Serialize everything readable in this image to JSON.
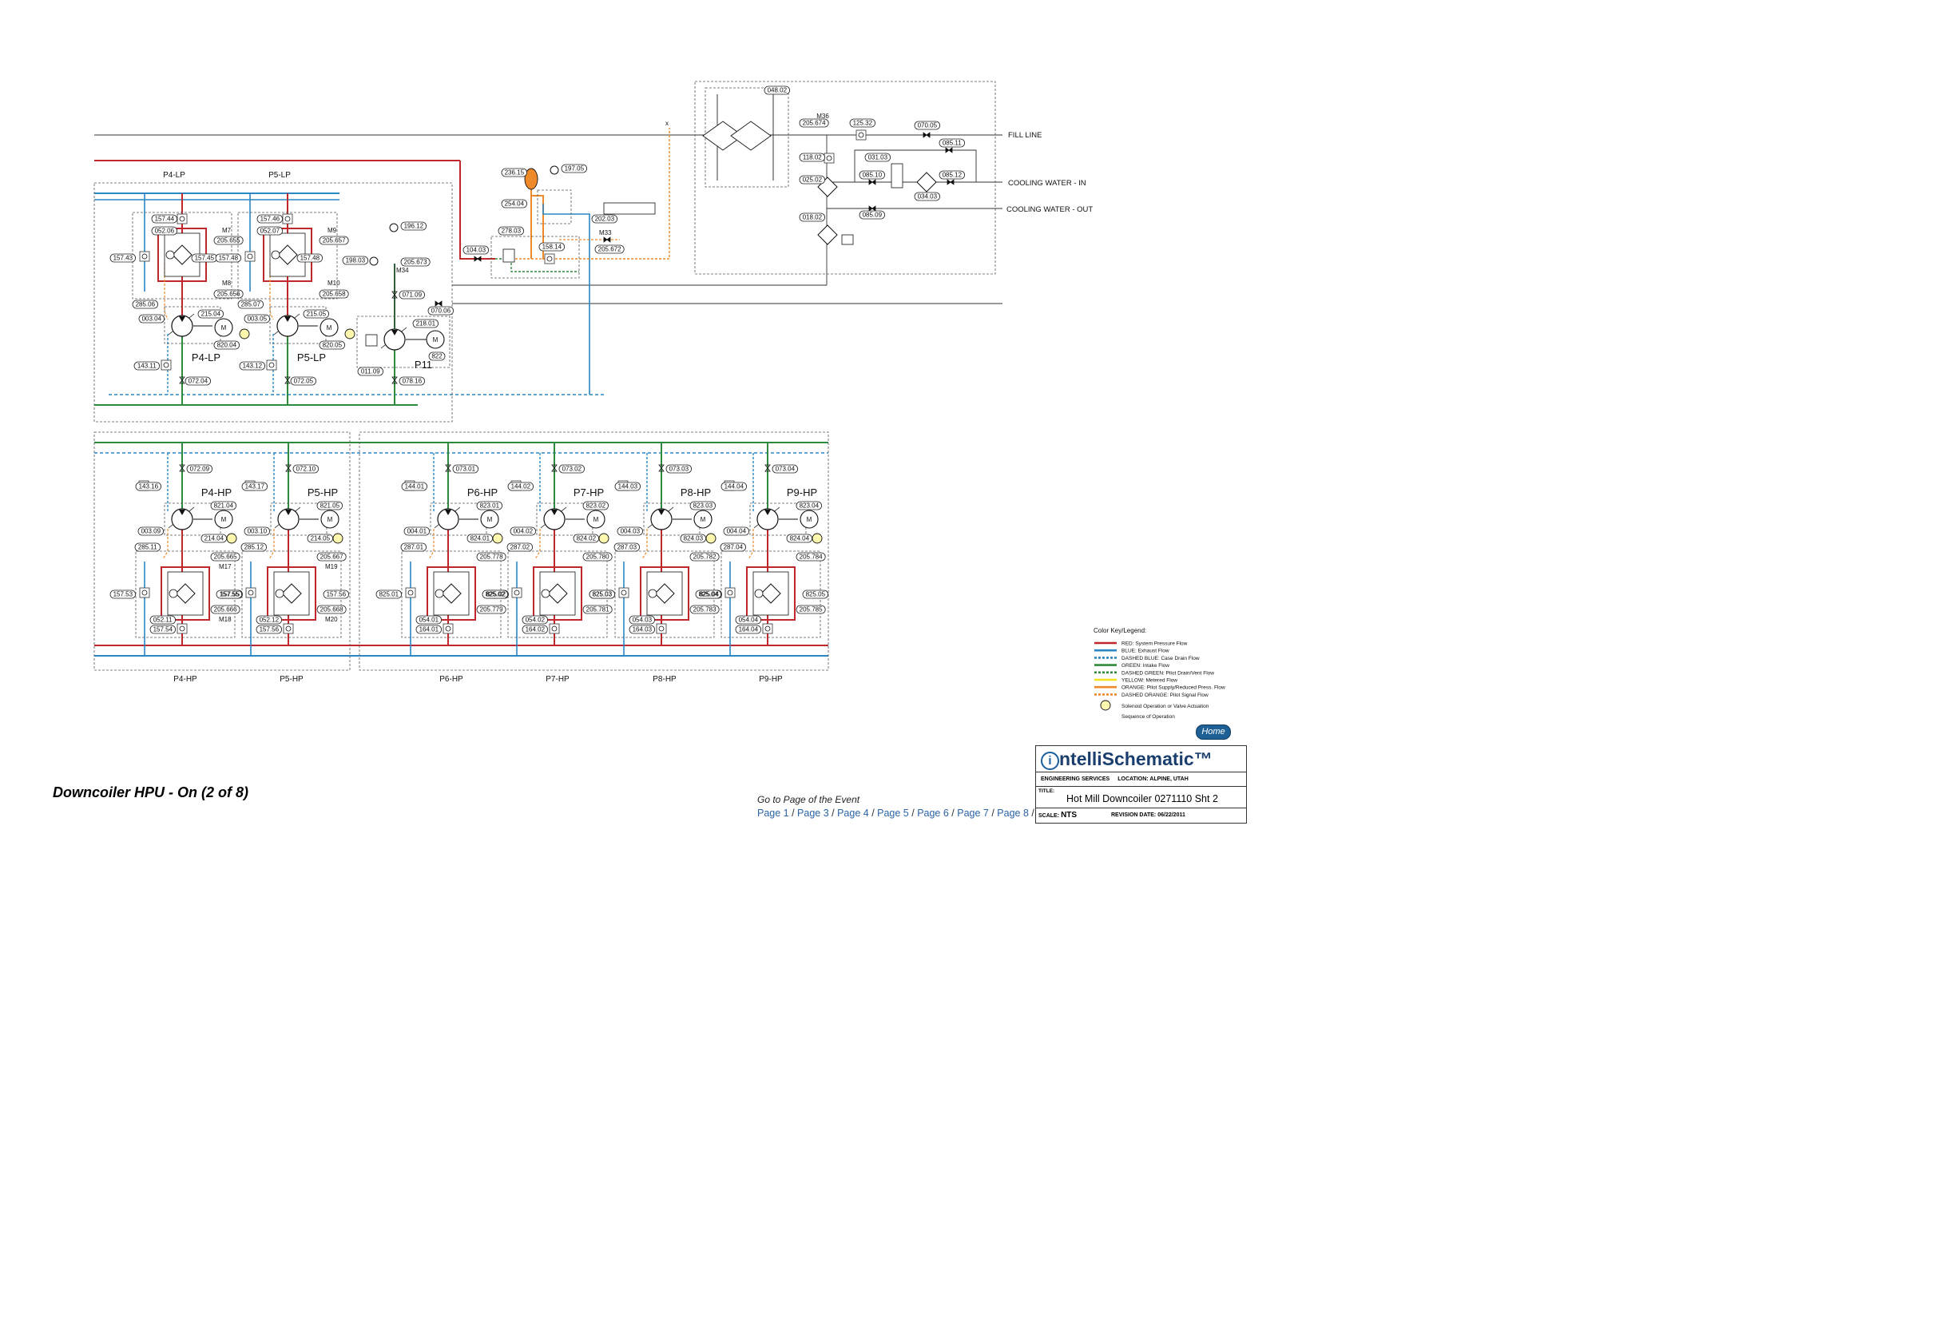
{
  "page": {
    "title": "Downcoiler HPU - On (2 of 8)",
    "goto_label": "Go to Page of the Event",
    "page_links": [
      "Page 1",
      "Page 3",
      "Page 4",
      "Page 5",
      "Page 6",
      "Page 7",
      "Page 8"
    ],
    "link_separator": " / ",
    "home_button": "Home"
  },
  "title_block": {
    "brand": "ntelliSchematic™",
    "brand_initial": "i",
    "dept": "ENGINEERING SERVICES",
    "location": "LOCATION: ALPINE, UTAH",
    "title_label": "TITLE:",
    "title": "Hot Mill Downcoiler 0271110 Sht 2",
    "scale_label": "SCALE:",
    "scale": "NTS",
    "revision": "REVISION DATE: 06/22/2011"
  },
  "legend": {
    "title": "Color Key/Legend:",
    "items": [
      {
        "label": "RED: System Pressure Flow",
        "color": "#c0272d",
        "dashed": false
      },
      {
        "label": "BLUE: Exhaust Flow",
        "color": "#2a87c4",
        "dashed": false
      },
      {
        "label": "DASHED BLUE: Case Drain Flow",
        "color": "#2a87c4",
        "dashed": true
      },
      {
        "label": "GREEN: Intake Flow",
        "color": "#2e8a3c",
        "dashed": false
      },
      {
        "label": "DASHED GREEN: Pilot Drain/Vent Flow",
        "color": "#2e8a3c",
        "dashed": true
      },
      {
        "label": "YELLOW: Metered Flow",
        "color": "#f2e11c",
        "dashed": false
      },
      {
        "label": "ORANGE: Pilot Supply/Reduced Press. Flow",
        "color": "#ee8a2a",
        "dashed": false
      },
      {
        "label": "DASHED ORANGE: Pilot Signal Flow",
        "color": "#ee8a2a",
        "dashed": true
      }
    ],
    "solenoid_note": "Solenoid Operation or Valve Actuation",
    "sequence_note": "Sequence of Operation"
  },
  "side_labels": [
    "FILL LINE",
    "COOLING WATER - IN",
    "COOLING WATER - OUT"
  ],
  "lp_units": [
    {
      "section": "P4-LP",
      "name": "P4-LP",
      "tags": {
        "t1": "157.44",
        "t2": "052.06",
        "t3": "157.43",
        "t4": "157.45",
        "t5": "205.655",
        "t6": "205.656",
        "t7": "285.06",
        "t8": "215.04",
        "t9": "003.04",
        "t10": "820.04",
        "t11": "143.11",
        "t12": "072.04"
      },
      "m1": "M7",
      "m2": "M8"
    },
    {
      "section": "P5-LP",
      "name": "P5-LP",
      "tags": {
        "t1": "157.46",
        "t2": "052.07",
        "t3": "157.48",
        "t4": "157.48",
        "t5": "205.657",
        "t6": "205.658",
        "t7": "285.07",
        "t8": "215.05",
        "t9": "003.05",
        "t10": "820.05",
        "t11": "143.12",
        "t12": "072.05"
      },
      "m1": "M9",
      "m2": "M10"
    }
  ],
  "p11": {
    "name": "P11",
    "tags": [
      "196.12",
      "198.03",
      "205.673",
      "071.09",
      "070.06",
      "218.01",
      "822",
      "011.09",
      "078.16"
    ],
    "m": "M34"
  },
  "pilot_tags": [
    "236.15",
    "197.05",
    "254.04",
    "278.03",
    "158.14",
    "104.03",
    "202.03",
    "205.672"
  ],
  "pilot_m": "M33",
  "cooler_tags": [
    "048.02",
    "205.674",
    "125.32",
    "070.05",
    "085.11",
    "118.02",
    "031.03",
    "025.02",
    "085.10",
    "085.12",
    "034.03",
    "085.09",
    "018.02"
  ],
  "cooler_m": "M36",
  "hp_units_a": [
    {
      "section": "P4-HP",
      "name": "P4-HP",
      "v": "072.09",
      "tags": [
        "143.16",
        "821.04",
        "003.09",
        "214.04",
        "285.11",
        "205.665",
        "157.53",
        "157.55",
        "205.666",
        "052.11",
        "157.54"
      ],
      "m1": "M17",
      "m2": "M18"
    },
    {
      "section": "P5-HP",
      "name": "P5-HP",
      "v": "072.10",
      "tags": [
        "143.17",
        "821.05",
        "003.10",
        "214.05",
        "285.12",
        "205.667",
        "157.55",
        "157.56",
        "205.668",
        "052.12",
        "157.56"
      ],
      "m1": "M19",
      "m2": "M20"
    }
  ],
  "hp_units_b": [
    {
      "section": "P6-HP",
      "name": "P6-HP",
      "v": "073.01",
      "tags": [
        "144.01",
        "823.01",
        "004.01",
        "824.01",
        "287.01",
        "205.778",
        "825.01",
        "825.02",
        "205.779",
        "054.01",
        "164.01"
      ]
    },
    {
      "section": "P7-HP",
      "name": "P7-HP",
      "v": "073.02",
      "tags": [
        "144.02",
        "823.02",
        "004.02",
        "824.02",
        "287.02",
        "205.780",
        "825.02",
        "825.03",
        "205.781",
        "054.02",
        "164.02"
      ]
    },
    {
      "section": "P8-HP",
      "name": "P8-HP",
      "v": "073.03",
      "tags": [
        "144.03",
        "823.03",
        "004.03",
        "824.03",
        "287.03",
        "205.782",
        "825.03",
        "825.04",
        "205.783",
        "054.03",
        "164.03"
      ]
    },
    {
      "section": "P9-HP",
      "name": "P9-HP",
      "v": "073.04",
      "tags": [
        "144.04",
        "823.04",
        "004.04",
        "824.04",
        "287.04",
        "205.784",
        "825.04",
        "825.05",
        "205.785",
        "054.04",
        "164.04"
      ]
    }
  ],
  "misc_marks": {
    "x": "x",
    "motor": "M"
  },
  "colors": {
    "pressure": "#c0272d",
    "exhaust": "#2a87c4",
    "intake": "#2e8a3c",
    "pilot": "#ee8a2a",
    "metered": "#f2e11c",
    "line": "#333333",
    "dash": "#555555"
  }
}
